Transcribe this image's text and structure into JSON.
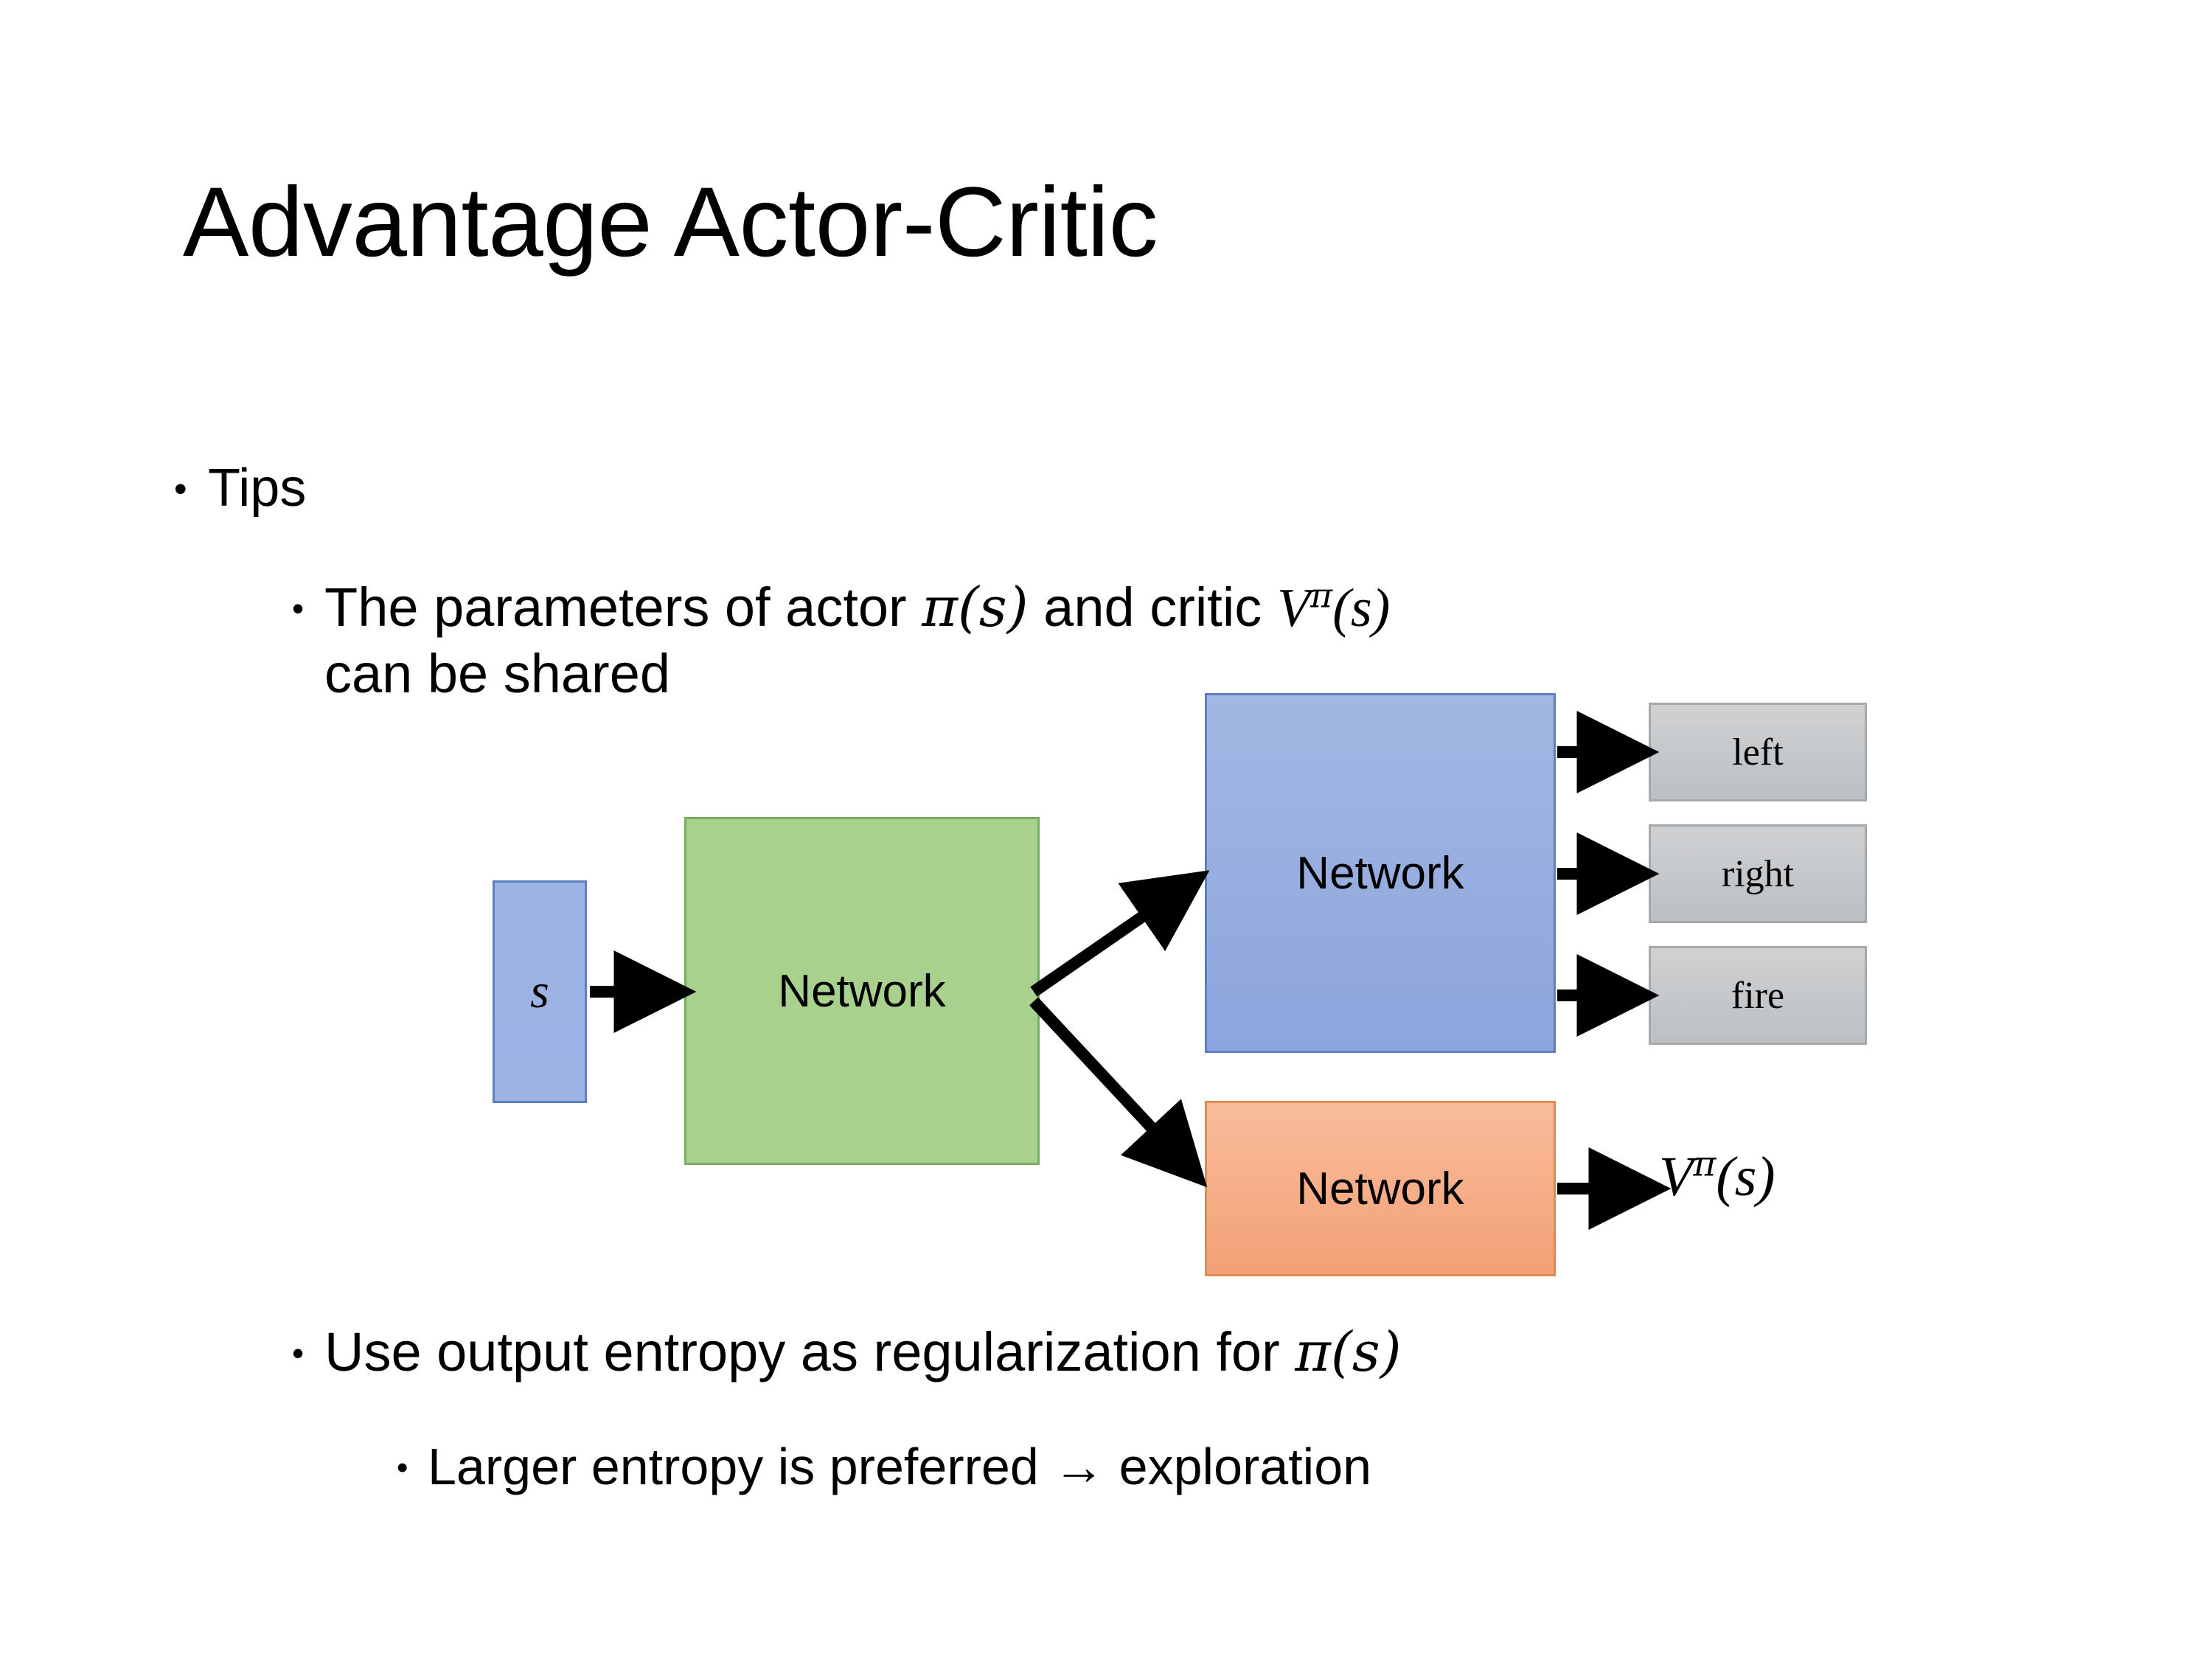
{
  "slide": {
    "title": "Advantage Actor-Critic",
    "background_color": "#ffffff",
    "bullets": {
      "level1_tips": "Tips",
      "level2_shared_line1_a": "The parameters of actor ",
      "level2_shared_math_actor": "π(s)",
      "level2_shared_line1_b": "  and critic ",
      "level2_shared_math_critic_base": "V",
      "level2_shared_math_critic_sup": "π",
      "level2_shared_math_critic_arg": "(s)",
      "level2_shared_line2": "can be shared",
      "level2_entropy_a": "Use output entropy as regularization for ",
      "level2_entropy_math": "π(s)",
      "level3_larger": "Larger entropy is preferred → exploration"
    }
  },
  "diagram": {
    "input_box": {
      "label": "s",
      "fill": "#9db3e4",
      "border": "#5f7fc4"
    },
    "shared_network": {
      "label": "Network",
      "fill": "#a9d18e",
      "border": "#7aab62"
    },
    "actor_network": {
      "label": "Network",
      "fill": "#8ca5dd",
      "border": "#5f7fc4"
    },
    "critic_network": {
      "label": "Network",
      "fill": "#f3a177",
      "border": "#e08a4e"
    },
    "action_outputs": [
      {
        "label": "left",
        "fill": "#c6c9cb"
      },
      {
        "label": "right",
        "fill": "#c6c9cb"
      },
      {
        "label": "fire",
        "fill": "#c6c9cb"
      }
    ],
    "value_output": {
      "base": "V",
      "superscript": "π",
      "argument": "(s)"
    },
    "arrow_color": "#000000"
  }
}
